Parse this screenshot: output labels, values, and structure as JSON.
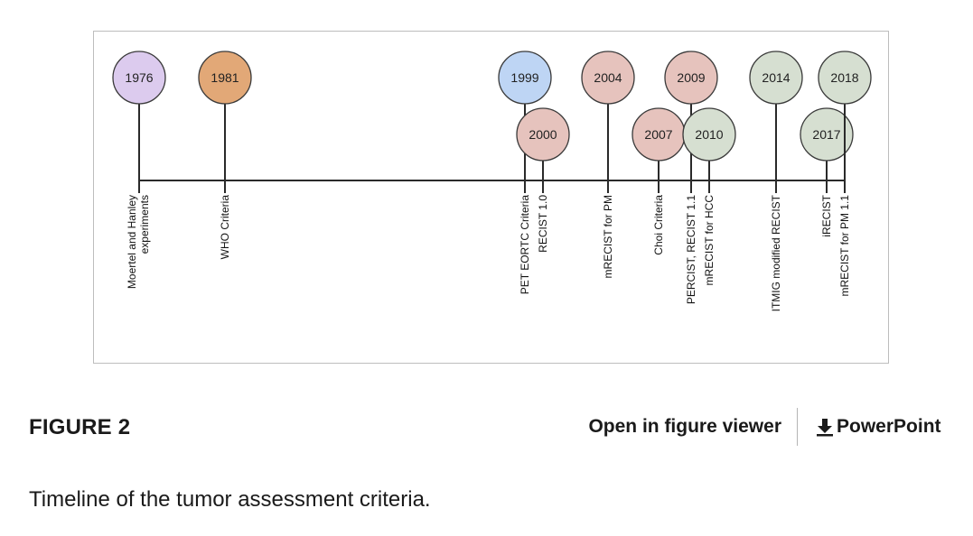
{
  "diagram": {
    "events": [
      {
        "year": "1976",
        "lines": [
          "Moertel and Hanley",
          "experiments"
        ],
        "color": "#dccbee",
        "tier": "upper"
      },
      {
        "year": "1981",
        "lines": [
          "WHO Criteria"
        ],
        "color": "#e2a877",
        "tier": "upper"
      },
      {
        "year": "1999",
        "lines": [
          "PET EORTC Criteria"
        ],
        "color": "#bed5f4",
        "tier": "upper"
      },
      {
        "year": "2000",
        "lines": [
          "RECIST 1.0"
        ],
        "color": "#e6c3bd",
        "tier": "lower"
      },
      {
        "year": "2004",
        "lines": [
          "mRECIST for PM"
        ],
        "color": "#e6c3bd",
        "tier": "upper"
      },
      {
        "year": "2007",
        "lines": [
          "Choi Criteria"
        ],
        "color": "#e6c3bd",
        "tier": "lower"
      },
      {
        "year": "2009",
        "lines": [
          "PERCIST, RECIST 1.1"
        ],
        "color": "#e6c3bd",
        "tier": "upper"
      },
      {
        "year": "2010",
        "lines": [
          "mRECIST for HCC"
        ],
        "color": "#d6dfd1",
        "tier": "lower"
      },
      {
        "year": "2014",
        "lines": [
          "ITMIG modified RECIST"
        ],
        "color": "#d6dfd1",
        "tier": "upper"
      },
      {
        "year": "2017",
        "lines": [
          "iRECIST"
        ],
        "color": "#d6dfd1",
        "tier": "lower"
      },
      {
        "year": "2018",
        "lines": [
          "mRECIST for PM 1.1"
        ],
        "color": "#d6dfd1",
        "tier": "upper"
      }
    ]
  },
  "footer": {
    "figure_label": "FIGURE 2",
    "viewer_link": "Open in figure viewer",
    "ppt_link": "PowerPoint"
  },
  "caption": "Timeline of the tumor assessment criteria."
}
